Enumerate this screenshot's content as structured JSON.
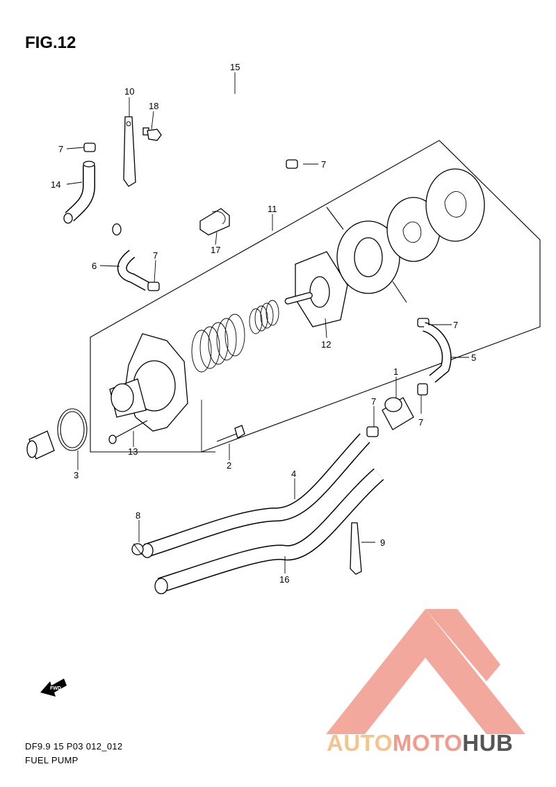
{
  "figure": {
    "title": "FIG.12",
    "code": "DF9.9 15 P03 012_012",
    "name": "FUEL PUMP",
    "fwd_label": "FWD"
  },
  "callouts": [
    "1",
    "2",
    "3",
    "4",
    "5",
    "6",
    "7",
    "8",
    "9",
    "10",
    "11",
    "12",
    "13",
    "14",
    "15",
    "16",
    "17",
    "18"
  ],
  "labels": {
    "c15": "15",
    "c10": "10",
    "c18": "18",
    "c7a": "7",
    "c7b": "7",
    "c14": "14",
    "c11": "11",
    "c17": "17",
    "c6": "6",
    "c7c": "7",
    "c12": "12",
    "c7d": "7",
    "c5": "5",
    "c1": "1",
    "c7e": "7",
    "c7f": "7",
    "c13": "13",
    "c3": "3",
    "c2": "2",
    "c4": "4",
    "c8": "8",
    "c9": "9",
    "c16": "16"
  },
  "watermark": {
    "part1": "AUTO",
    "part2": "MOTO",
    "part3": "HUB",
    "colors": {
      "red": "#f29a8c",
      "orange": "#f5c48e",
      "gray": "#555555"
    }
  }
}
